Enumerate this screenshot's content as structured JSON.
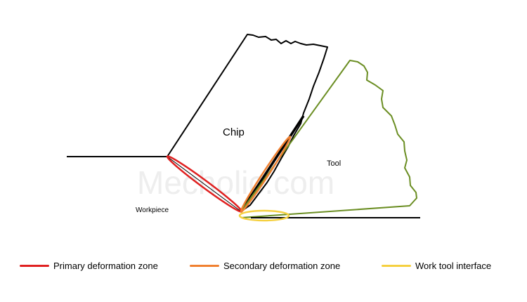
{
  "diagram": {
    "labels": {
      "chip": "Chip",
      "tool": "Tool",
      "workpiece": "Workpiece"
    },
    "watermark": "Mecholic.com"
  },
  "legend": [
    {
      "label": "Primary deformation zone",
      "color": "#e02020"
    },
    {
      "label": "Secondary deformation zone",
      "color": "#f08030"
    },
    {
      "label": "Work tool interface",
      "color": "#f5d040"
    }
  ],
  "colors": {
    "outline": "#000000",
    "tool": "#6b8e23"
  }
}
